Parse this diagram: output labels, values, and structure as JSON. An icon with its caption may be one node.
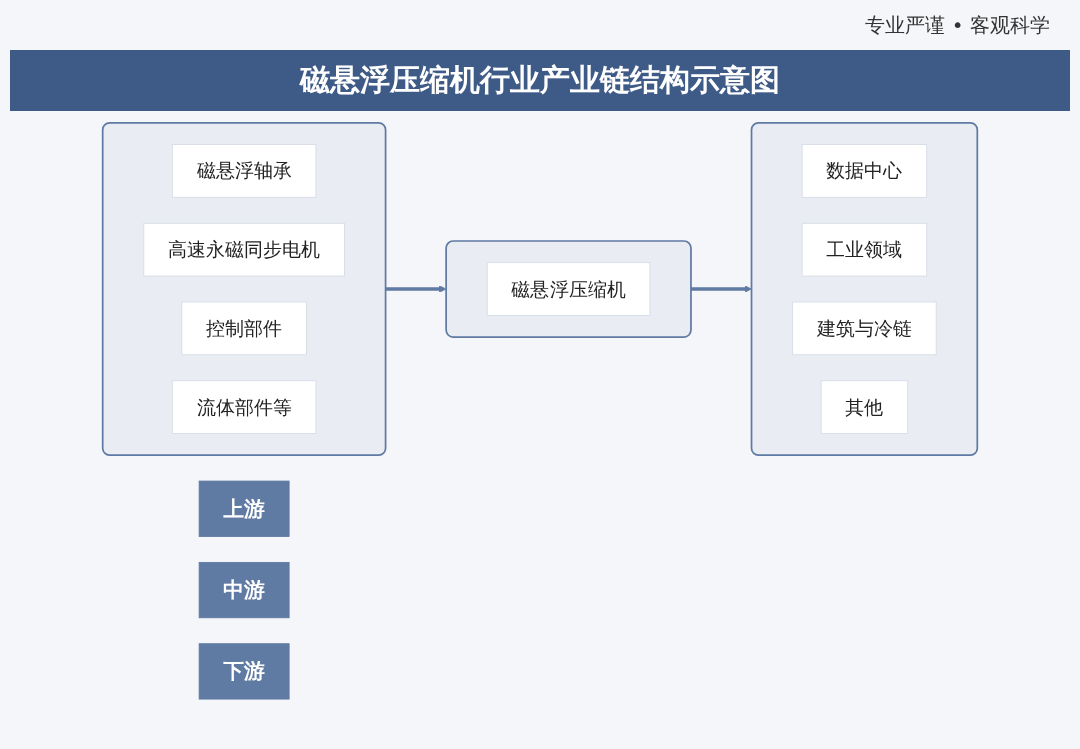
{
  "diagram": {
    "title": "磁悬浮压缩机行业产业链结构示意图",
    "nodes": [
      {
        "text": [
          "上游"
        ]
      },
      {
        "text": [
          "中游"
        ]
      },
      {
        "text": [
          "下游"
        ]
      },
      {
        "text": [],
        "shape": "box"
      },
      {
        "text": [
          "磁悬浮轴承"
        ],
        "in": 3
      },
      {
        "text": [
          "高速永磁同步电机"
        ],
        "in": 3
      },
      {
        "text": [
          "控制部件"
        ],
        "in": 3
      },
      {
        "text": [
          "流体部件等"
        ],
        "in": 3
      },
      {
        "text": [],
        "shape": "box"
      },
      {
        "text": [
          "磁悬浮压缩机"
        ],
        "in": 8
      },
      {
        "text": [],
        "shape": "box"
      },
      {
        "text": [
          "数据中心"
        ],
        "in": 10
      },
      {
        "text": [
          "工业领域"
        ],
        "in": 10
      },
      {
        "text": [
          "建筑与冷链"
        ],
        "in": 10
      },
      {
        "text": [
          "其他"
        ],
        "in": 10
      }
    ],
    "edges": [
      {
        "from": 3,
        "to": 8,
        "arrow": "to"
      },
      {
        "from": 8,
        "to": 10,
        "arrow": "to"
      }
    ],
    "labels": [
      "专业严谨 • 客观科学"
    ]
  }
}
